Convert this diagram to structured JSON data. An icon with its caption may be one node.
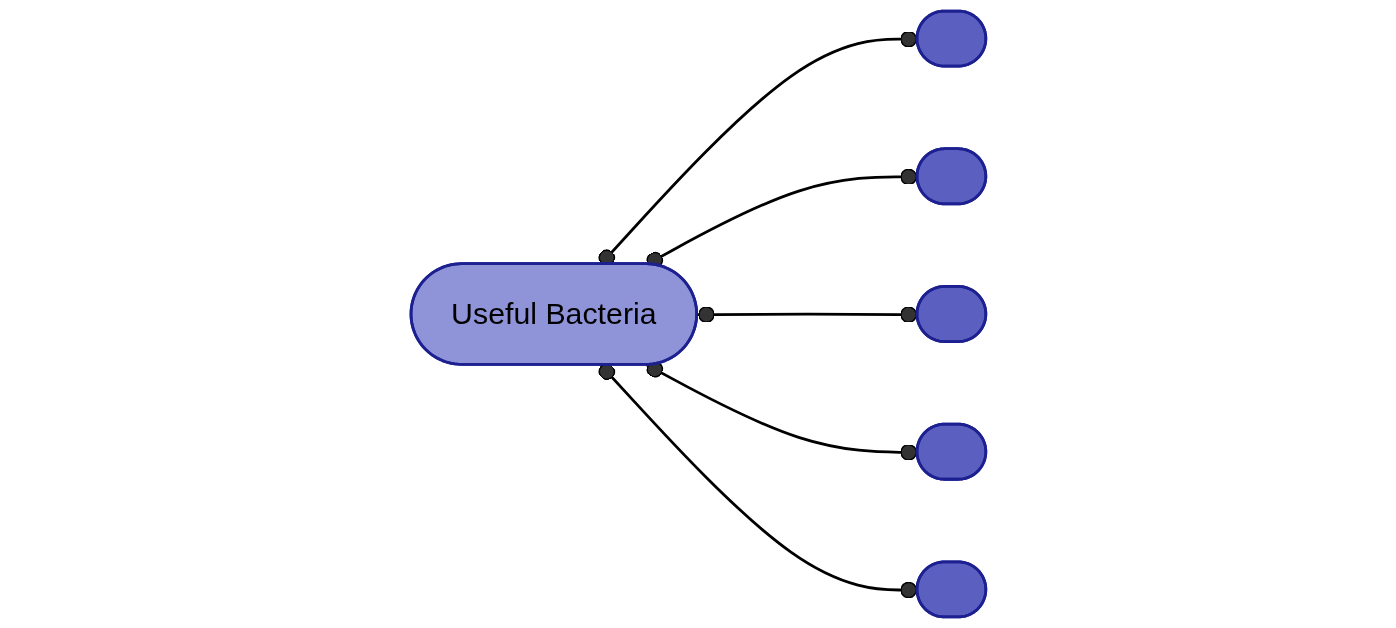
{
  "diagram": {
    "nodes": [
      {
        "text": [
          "Useful Bacteria"
        ]
      },
      {
        "text": [],
        "shape": "ellipse"
      },
      {
        "text": [],
        "shape": "ellipse"
      },
      {
        "text": [],
        "shape": "ellipse"
      },
      {
        "text": [],
        "shape": "ellipse"
      },
      {
        "text": [],
        "shape": "ellipse"
      }
    ],
    "edges": [
      {
        "from": 0,
        "to": 1,
        "arrow": "other"
      },
      {
        "from": 0,
        "to": 2,
        "arrow": "other"
      },
      {
        "from": 0,
        "to": 3,
        "arrow": "other"
      },
      {
        "from": 0,
        "to": 4,
        "arrow": "other"
      },
      {
        "from": 0,
        "to": 5,
        "arrow": "other"
      }
    ]
  }
}
